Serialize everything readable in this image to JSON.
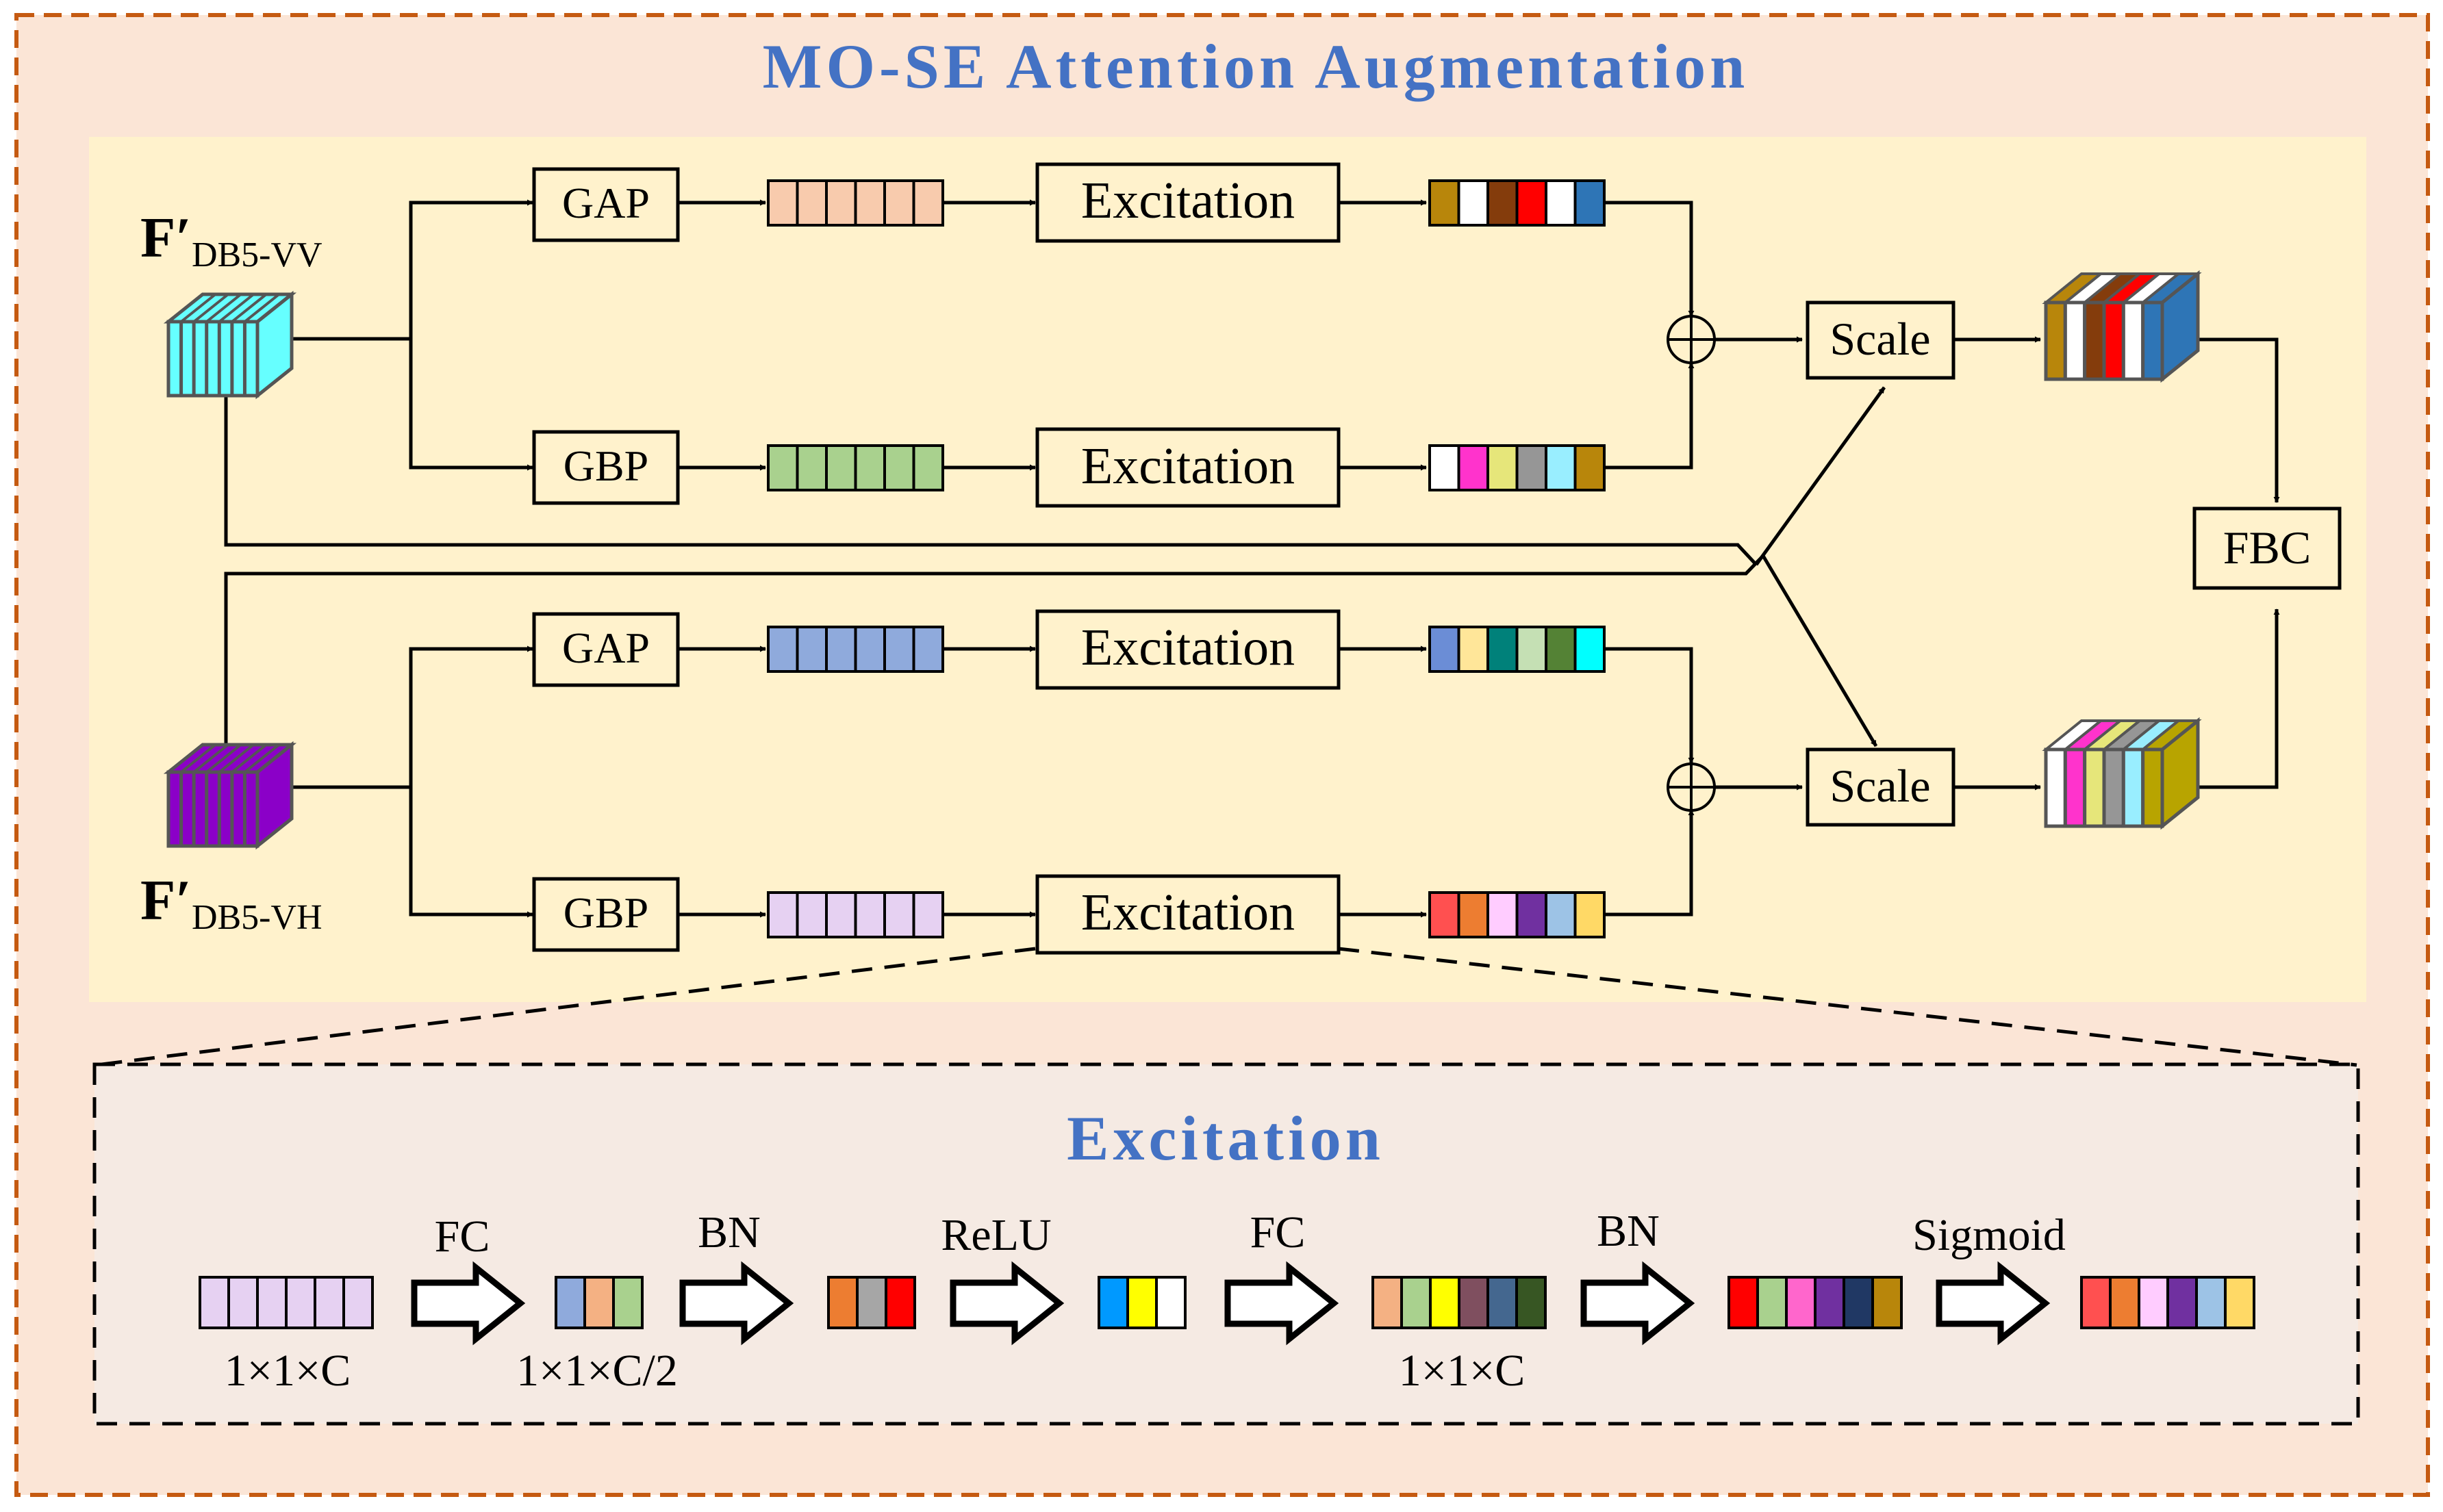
{
  "diagram": {
    "title": "MO-SE Attention Augmentation",
    "inputs": {
      "vv": {
        "main": "F′",
        "sub": "DB5-VV"
      },
      "vh": {
        "main": "F′",
        "sub": "DB5-VH"
      }
    },
    "labels": {
      "gap": "GAP",
      "gbp": "GBP",
      "excitation": "Excitation",
      "scale": "Scale",
      "fbc": "FBC"
    },
    "excitation_detail": {
      "title": "Excitation",
      "steps": [
        "FC",
        "BN",
        "ReLU",
        "FC",
        "BN",
        "Sigmoid"
      ],
      "dims": [
        "1×1×C",
        "1×1×C/2",
        "1×1×C"
      ]
    },
    "colors": {
      "title_blue": "#4472C4",
      "outer_border": "#C55A11",
      "outer_fill": "#FBE5D6",
      "inner_fill": "#FFF2CC",
      "detail_fill": "#F5EAE3",
      "cube_vv": "#66FFFF",
      "cube_vh": "#8B00C8"
    },
    "vectors": {
      "top_gap_in": [
        "#F8CBAD",
        "#F8CBAD",
        "#F8CBAD",
        "#F8CBAD",
        "#F8CBAD",
        "#F8CBAD"
      ],
      "top_gbp_in": [
        "#A9D18E",
        "#A9D18E",
        "#A9D18E",
        "#A9D18E",
        "#A9D18E",
        "#A9D18E"
      ],
      "top_gap_out": [
        "#B8860B",
        "#FFFFFF",
        "#843C0C",
        "#FF0000",
        "#FFFFFF",
        "#2E75B6"
      ],
      "top_gbp_out": [
        "#FFFFFF",
        "#FF33CC",
        "#E6E67A",
        "#969696",
        "#99EEFF",
        "#B8860B"
      ],
      "bot_gap_in": [
        "#8FAADC",
        "#8FAADC",
        "#8FAADC",
        "#8FAADC",
        "#8FAADC",
        "#8FAADC"
      ],
      "bot_gbp_in": [
        "#E6D1F2",
        "#E6D1F2",
        "#E6D1F2",
        "#E6D1F2",
        "#E6D1F2",
        "#E6D1F2"
      ],
      "bot_gap_out": [
        "#6B8DD6",
        "#FFE699",
        "#00817A",
        "#C5E0B4",
        "#548235",
        "#00FFFF"
      ],
      "bot_gbp_out": [
        "#FF5050",
        "#ED7D31",
        "#FFCCFF",
        "#7030A0",
        "#9DC3E6",
        "#FFD966"
      ],
      "ex_in": [
        "#E6D1F2",
        "#E6D1F2",
        "#E6D1F2",
        "#E6D1F2",
        "#E6D1F2",
        "#E6D1F2"
      ],
      "ex_fc1": [
        "#8FAADC",
        "#F4B183",
        "#A9D18E"
      ],
      "ex_bn1": [
        "#ED7D31",
        "#A6A6A6",
        "#FF0000"
      ],
      "ex_relu": [
        "#0099FF",
        "#FFFF00",
        "#FFFFFF"
      ],
      "ex_fc2": [
        "#F4B183",
        "#A9D18E",
        "#FFFF00",
        "#7F4F5F",
        "#44678F",
        "#375623"
      ],
      "ex_bn2": [
        "#FF0000",
        "#A9D18E",
        "#FF66CC",
        "#7030A0",
        "#203864",
        "#B8860B"
      ],
      "ex_sig": [
        "#FF5050",
        "#ED7D31",
        "#FFCCFF",
        "#7030A0",
        "#9DC3E6",
        "#FFD966"
      ],
      "scaled_top": [
        "#B8860B",
        "#FFFFFF",
        "#843C0C",
        "#FF0000",
        "#FFFFFF",
        "#2E75B6"
      ],
      "scaled_bot": [
        "#FFFFFF",
        "#FF33CC",
        "#E6E67A",
        "#969696",
        "#99EEFF",
        "#B8A400"
      ]
    }
  }
}
